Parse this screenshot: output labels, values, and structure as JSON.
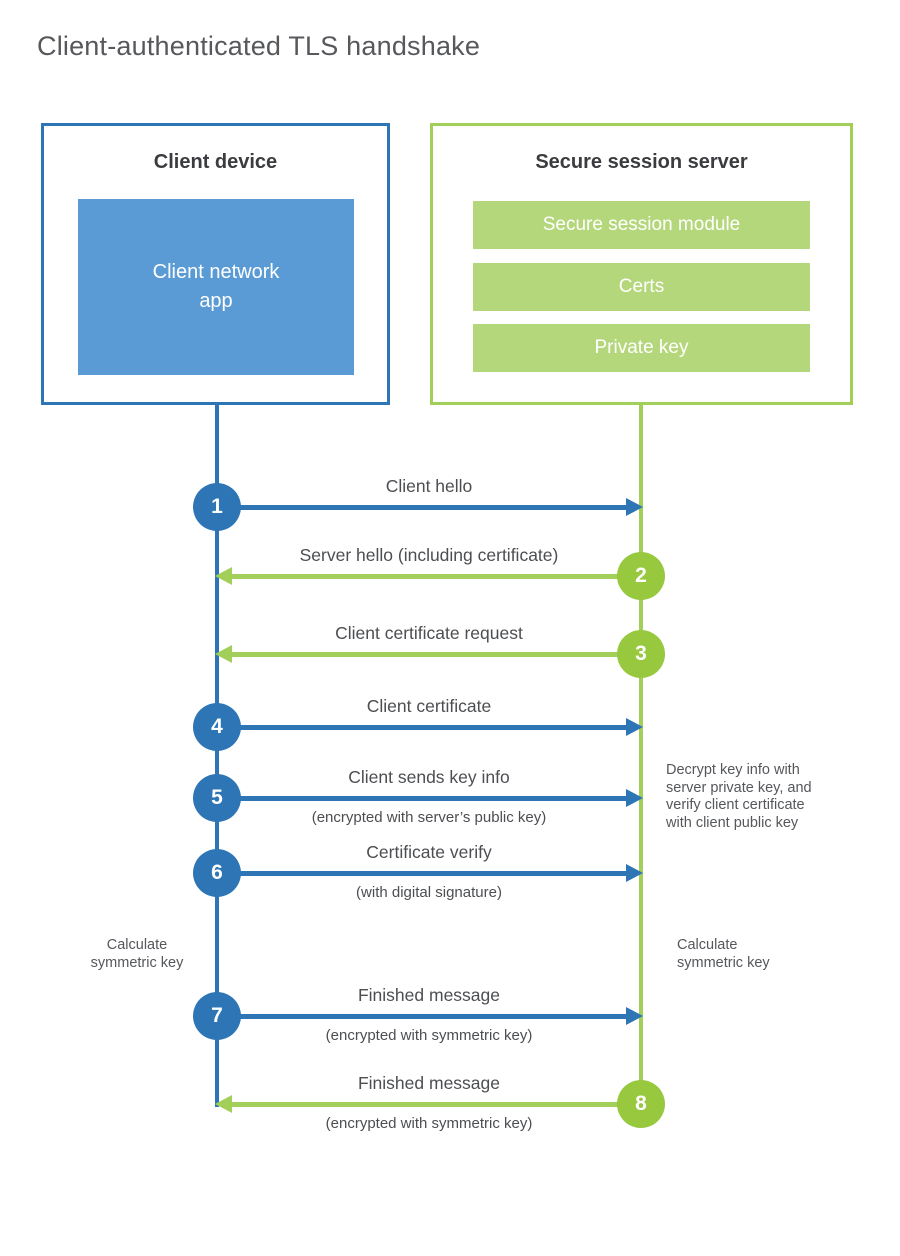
{
  "title": "Client-authenticated TLS handshake",
  "client": {
    "title": "Client device",
    "app_lines": [
      "Client network",
      "app"
    ]
  },
  "server": {
    "title": "Secure session server",
    "modules": [
      "Secure session module",
      "Certs",
      "Private key"
    ]
  },
  "messages": [
    {
      "num": "1",
      "from": "client",
      "label": "Client hello"
    },
    {
      "num": "2",
      "from": "server",
      "label": "Server hello (including certificate)"
    },
    {
      "num": "3",
      "from": "server",
      "label": "Client certificate request"
    },
    {
      "num": "4",
      "from": "client",
      "label": "Client certificate"
    },
    {
      "num": "5",
      "from": "client",
      "label": "Client sends key info",
      "sublabel": "(encrypted with server’s public key)"
    },
    {
      "num": "6",
      "from": "client",
      "label": "Certificate verify",
      "sublabel": "(with digital signature)"
    },
    {
      "num": "7",
      "from": "client",
      "label": "Finished message",
      "sublabel": "(encrypted with symmetric key)"
    },
    {
      "num": "8",
      "from": "server",
      "label": "Finished message",
      "sublabel": "(encrypted with symmetric key)"
    }
  ],
  "notes": {
    "decrypt_lines": [
      "Decrypt key info with",
      "server private key, and",
      "verify client certificate",
      "with client public key"
    ],
    "calc_client_lines": [
      "Calculate",
      "symmetric key"
    ],
    "calc_server_lines": [
      "Calculate",
      "symmetric key"
    ]
  },
  "colors": {
    "blue": "#2e75b6",
    "blue_light": "#5b9bd5",
    "green_circle": "#97c83e",
    "green_line": "#a2ce5a",
    "green_fill": "#b5d77c",
    "text_dark": "#3b3c3f",
    "text_gray": "#55575b"
  }
}
